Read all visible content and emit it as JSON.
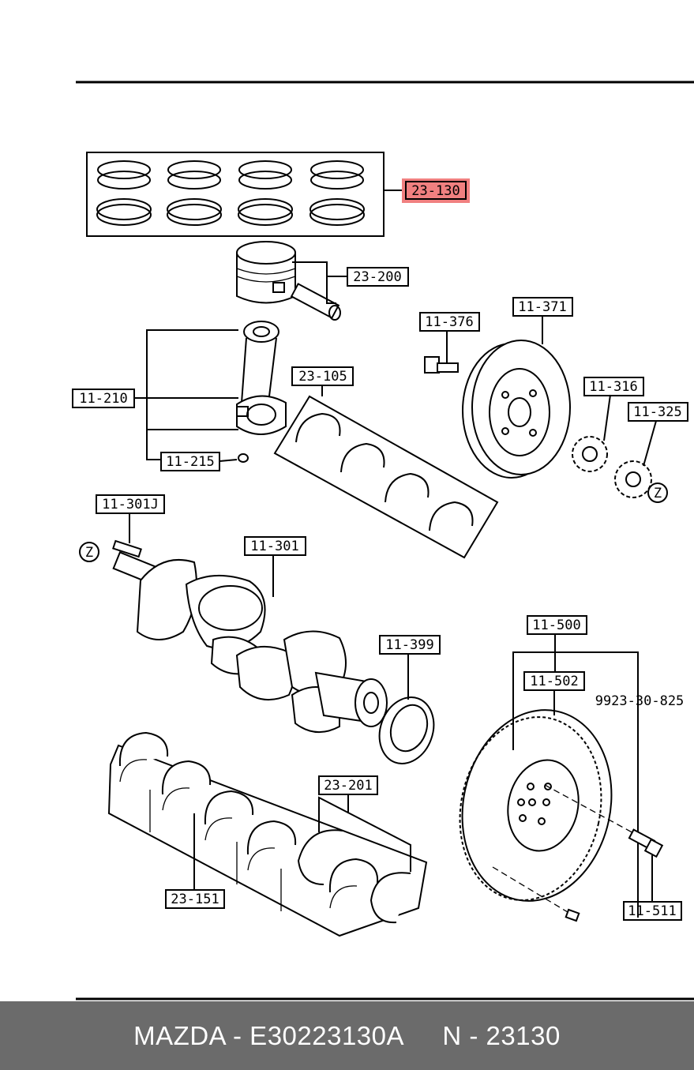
{
  "callouts": {
    "c23_130": "23-130",
    "c23_200": "23-200",
    "c11_376": "11-376",
    "c11_371": "11-371",
    "c11_210": "11-210",
    "c23_105": "23-105",
    "c11_316": "11-316",
    "c11_325": "11-325",
    "c11_215": "11-215",
    "c11_301J": "11-301J",
    "c11_301": "11-301",
    "z_left": "Z",
    "z_right": "Z",
    "c11_399": "11-399",
    "c11_500": "11-500",
    "c11_502": "11-502",
    "c9923_30_825": "9923-30-825",
    "c23_201": "23-201",
    "c23_151": "23-151",
    "c11_511": "11-511"
  },
  "highlight_color": "#f08080",
  "footer": {
    "brand_part": "MAZDA - E30223130A",
    "ref": "N - 23130"
  }
}
